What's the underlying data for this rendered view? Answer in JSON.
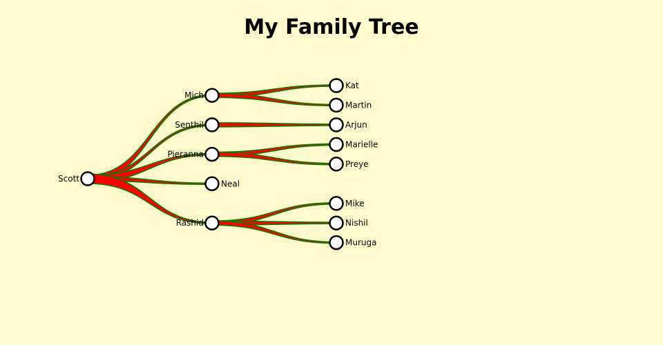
{
  "title": "My Family Tree",
  "colors": {
    "background": "#fffacd",
    "link_fill": "#ff0000",
    "link_stroke": "#117700",
    "node_fill": "#ffffff",
    "node_stroke": "#000000"
  },
  "tree": {
    "name": "Scott",
    "children": [
      {
        "name": "Mich",
        "children": [
          {
            "name": "Kat"
          },
          {
            "name": "Martin"
          }
        ]
      },
      {
        "name": "Senthil",
        "children": [
          {
            "name": "Arjun"
          }
        ]
      },
      {
        "name": "Pieranna",
        "children": [
          {
            "name": "Marielle"
          },
          {
            "name": "Preye"
          }
        ]
      },
      {
        "name": "Neal"
      },
      {
        "name": "Rashid",
        "children": [
          {
            "name": "Mike"
          },
          {
            "name": "Nishil"
          },
          {
            "name": "Muruga"
          }
        ]
      }
    ]
  }
}
